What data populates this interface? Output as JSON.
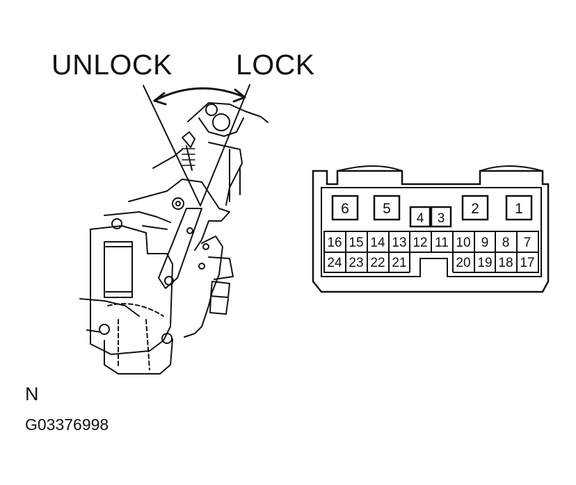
{
  "labels": {
    "unlock": "UNLOCK",
    "lock": "LOCK",
    "view": "N",
    "figure_code": "G03376998"
  },
  "connector": {
    "top_pins": [
      "6",
      "5",
      "4",
      "3",
      "2",
      "1"
    ],
    "row1": [
      "16",
      "15",
      "14",
      "13",
      "12",
      "11",
      "10",
      "9",
      "8",
      "7"
    ],
    "row2_left": [
      "24",
      "23",
      "22",
      "21"
    ],
    "row2_right": [
      "20",
      "19",
      "18",
      "17"
    ]
  },
  "icons": {
    "door_lock_assembly": "door-lock-motor-assembly",
    "rotation_arrow": "double-headed-arc-arrow"
  },
  "colors": {
    "ink": "#111111",
    "background": "#ffffff"
  }
}
